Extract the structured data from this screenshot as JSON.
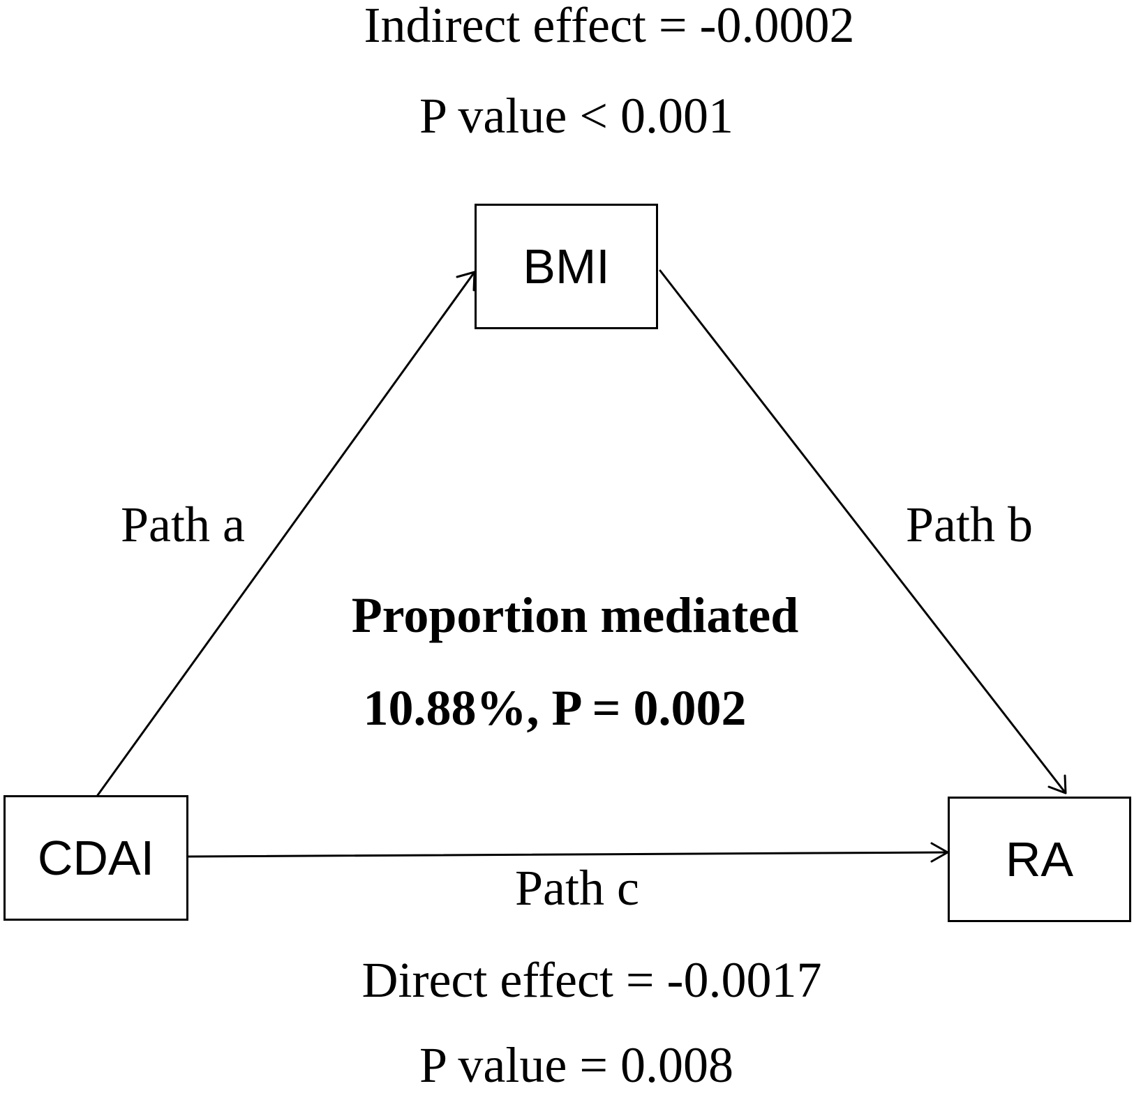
{
  "indirect": {
    "effect": "Indirect effect = -0.0002",
    "p_value": "P value < 0.001"
  },
  "nodes": {
    "mediator": "BMI",
    "exposure": "CDAI",
    "outcome": "RA"
  },
  "paths": {
    "a": "Path a",
    "b": "Path b",
    "c": "Path c"
  },
  "proportion": {
    "title": "Proportion mediated",
    "value": "10.88%, P = 0.002"
  },
  "direct": {
    "effect": "Direct effect = -0.0017",
    "p_value": "P value = 0.008"
  }
}
